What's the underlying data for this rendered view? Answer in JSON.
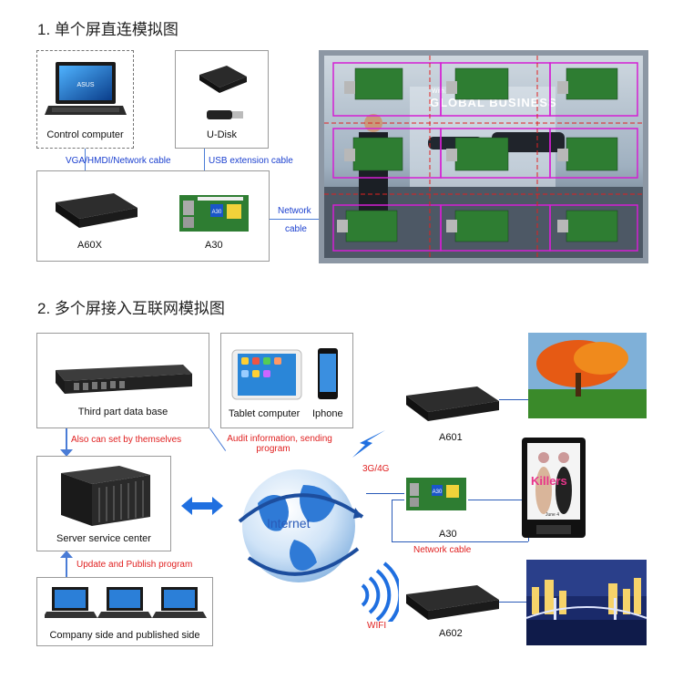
{
  "section1": {
    "title": "1. 单个屏直连模拟图",
    "control_computer": "Control computer",
    "udisk": "U-Disk",
    "vga_cable": "VGA/HMDI/Network cable",
    "usb_cable": "USB extension cable",
    "a60x": "A60X",
    "a30": "A30",
    "network_cable_l1": "Network",
    "network_cable_l2": "cable",
    "screen_text": "GLOBAL BUSINESS",
    "screen_small": "With Al..."
  },
  "section2": {
    "title": "2. 多个屏接入互联网模拟图",
    "database": "Third part data base",
    "tablet": "Tablet computer",
    "iphone": "Iphone",
    "also_can_set": "Also can set by themselves",
    "audit_l1": "Audit information, sending",
    "audit_l2": "program",
    "server": "Server service center",
    "update_publish": "Update and Publish program",
    "company": "Company side and published side",
    "internet": "Internet",
    "net_3g4g": "3G/4G",
    "wifi": "WIFI",
    "a601": "A601",
    "a30": "A30",
    "a602": "A602",
    "network_cable": "Network cable",
    "poster_title": "Killers",
    "poster_date": "June 4"
  },
  "colors": {
    "line_blue": "#4a7cd6",
    "label_blue": "#1a3fcf",
    "label_red": "#e02020",
    "pcb_green": "#2e7d32",
    "magenta": "#d41fd4"
  }
}
